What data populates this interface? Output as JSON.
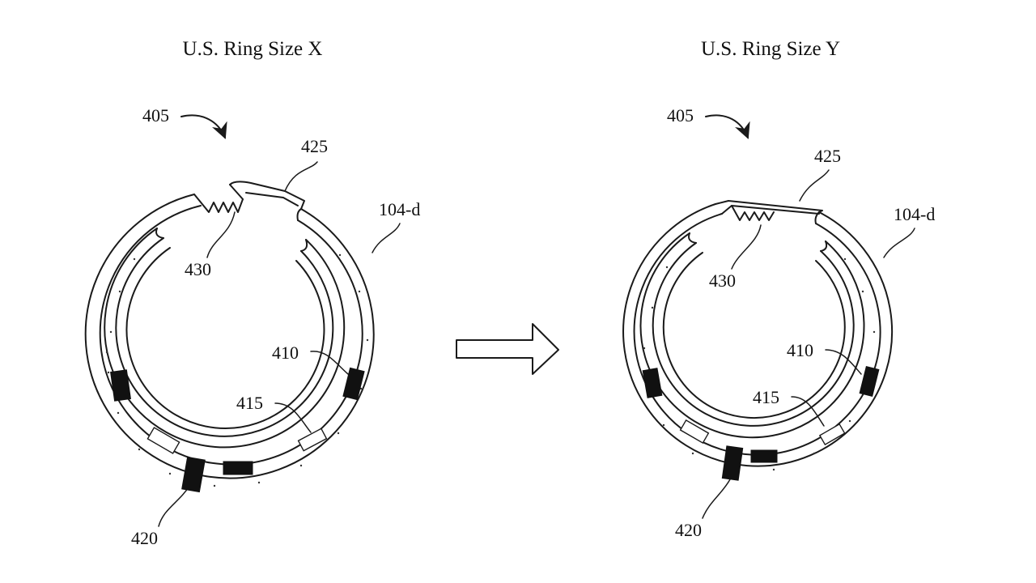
{
  "figure": {
    "left": {
      "title": "U.S. Ring Size X",
      "labels": {
        "assembly": "405",
        "band": "425",
        "latch": "430",
        "housing": "104-d",
        "battery": "410",
        "sensor": "415",
        "module": "420"
      }
    },
    "right": {
      "title": "U.S. Ring Size Y",
      "labels": {
        "assembly": "405",
        "band": "425",
        "latch": "430",
        "housing": "104-d",
        "battery": "410",
        "sensor": "415",
        "module": "420"
      }
    }
  }
}
